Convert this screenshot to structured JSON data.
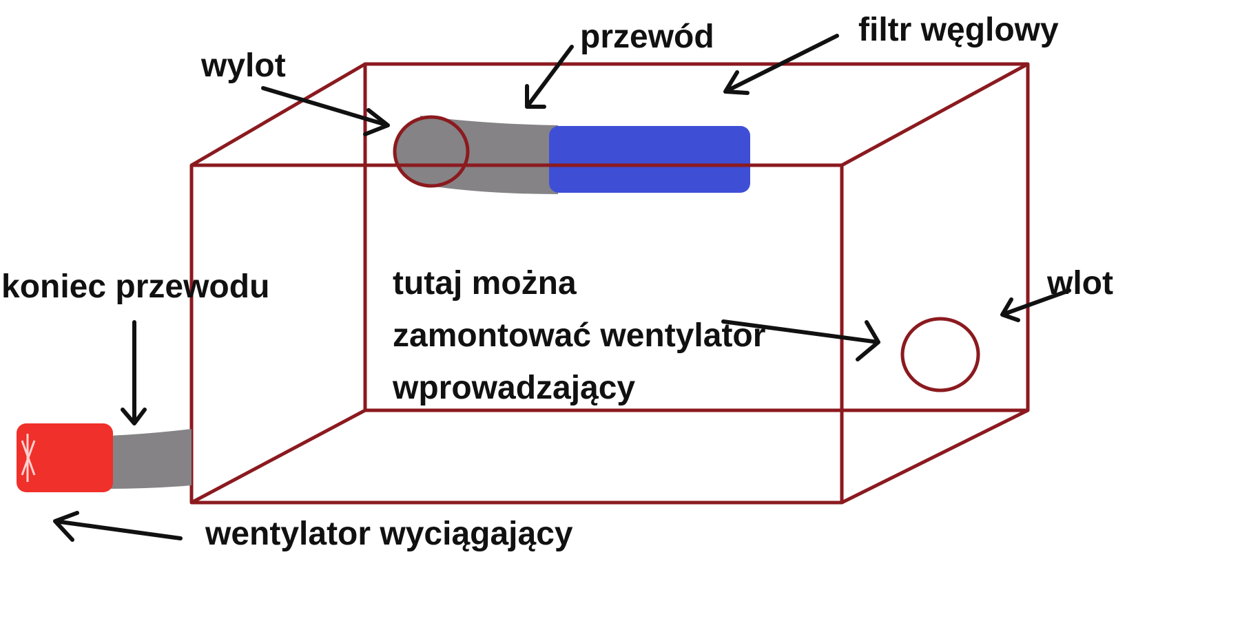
{
  "labels": {
    "outlet": "wylot",
    "duct": "przewód",
    "carbon_filter": "filtr węglowy",
    "duct_end": "koniec przewodu",
    "inlet": "wlot",
    "exhaust_fan": "wentylator wyciągający"
  },
  "note": {
    "line1": "tutaj można",
    "line2": "zamontować wentylator",
    "line3": "wprowadzający"
  },
  "colors": {
    "box": "#8b1a1f",
    "duct": "#858385",
    "filter": "#3e4fd6",
    "fan": "#f0302a",
    "text": "#111111",
    "arrow": "#111111"
  }
}
